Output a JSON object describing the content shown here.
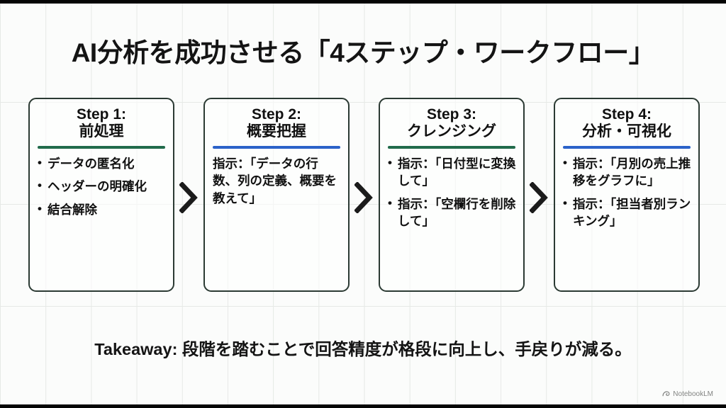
{
  "slide": {
    "title": "AI分析を成功させる「4ステップ・ワークフロー」",
    "takeaway": "Takeaway: 段階を踏むことで回答精度が格段に向上し、手戻りが減る。",
    "watermark": "NotebookLM",
    "colors": {
      "background": "#fbfcfb",
      "grid_line": "#e6e9e6",
      "card_border": "#2b3a33",
      "divider_green": "#216b4b",
      "divider_blue": "#2b62c9",
      "text": "#141414",
      "letterbox": "#050505"
    }
  },
  "cards": [
    {
      "step_label": "Step 1:",
      "step_name": "前処理",
      "divider_color": "green",
      "bulleted": true,
      "items": [
        "データの匿名化",
        "ヘッダーの明確化",
        "結合解除"
      ]
    },
    {
      "step_label": "Step 2:",
      "step_name": "概要把握",
      "divider_color": "blue",
      "bulleted": false,
      "items": [
        "指示：「データの行数、列の定義、概要を教えて」"
      ]
    },
    {
      "step_label": "Step 3:",
      "step_name": "クレンジング",
      "divider_color": "green",
      "bulleted": true,
      "items": [
        "指示：「日付型に変換して」",
        "指示：「空欄行を削除して」"
      ]
    },
    {
      "step_label": "Step 4:",
      "step_name": "分析・可視化",
      "divider_color": "blue",
      "bulleted": true,
      "items": [
        "指示：「月別の売上推移をグラフに」",
        "指示：「担当者別ランキング」"
      ]
    }
  ],
  "connectors": [
    {
      "icon": "chevron-right-icon"
    },
    {
      "icon": "chevron-right-icon"
    },
    {
      "icon": "chevron-right-icon"
    }
  ]
}
